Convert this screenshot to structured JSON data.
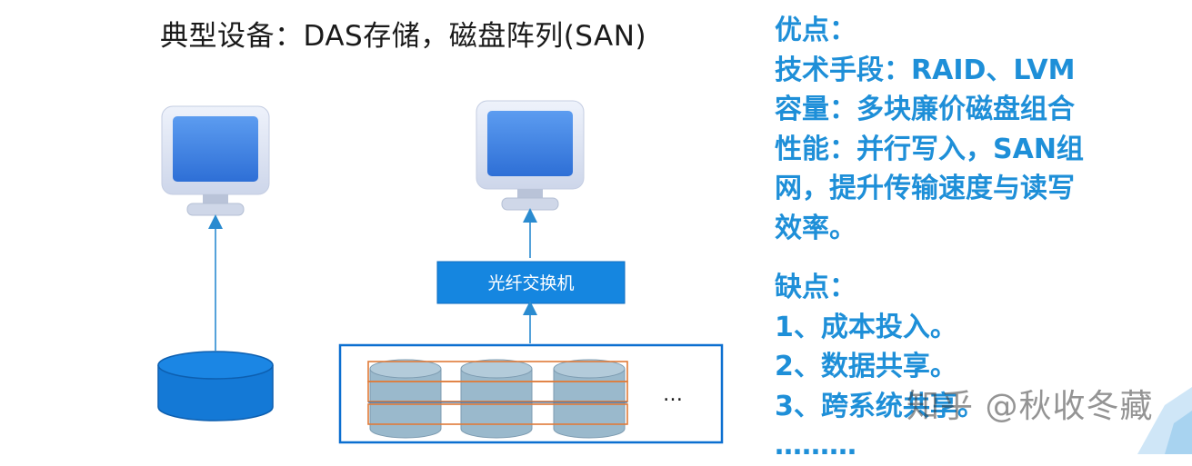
{
  "title": "典型设备：DAS存储，磁盘阵列(SAN)",
  "diagram": {
    "switch_label": "光纤交换机",
    "ellipsis": "…"
  },
  "side": {
    "pros_title": "优点：",
    "pros_lines": [
      "技术手段：RAID、LVM",
      "容量：多块廉价磁盘组合",
      "性能：并行写入，SAN组",
      "网，提升传输速度与读写",
      "效率。"
    ],
    "cons_title": "缺点：",
    "cons_lines": [
      "1、成本投入。",
      "2、数据共享。",
      "3、跨系统共享。",
      "………"
    ]
  },
  "watermark": "知乎 @秋收冬藏",
  "colors": {
    "accent_blue": "#1e8fd8",
    "monitor_blue": "#3d7fe0",
    "disk_blue": "#1479d6",
    "disk_gray": "#9ab9cc",
    "array_border": "#0b6fd0",
    "highlight_orange": "#e07b39"
  }
}
